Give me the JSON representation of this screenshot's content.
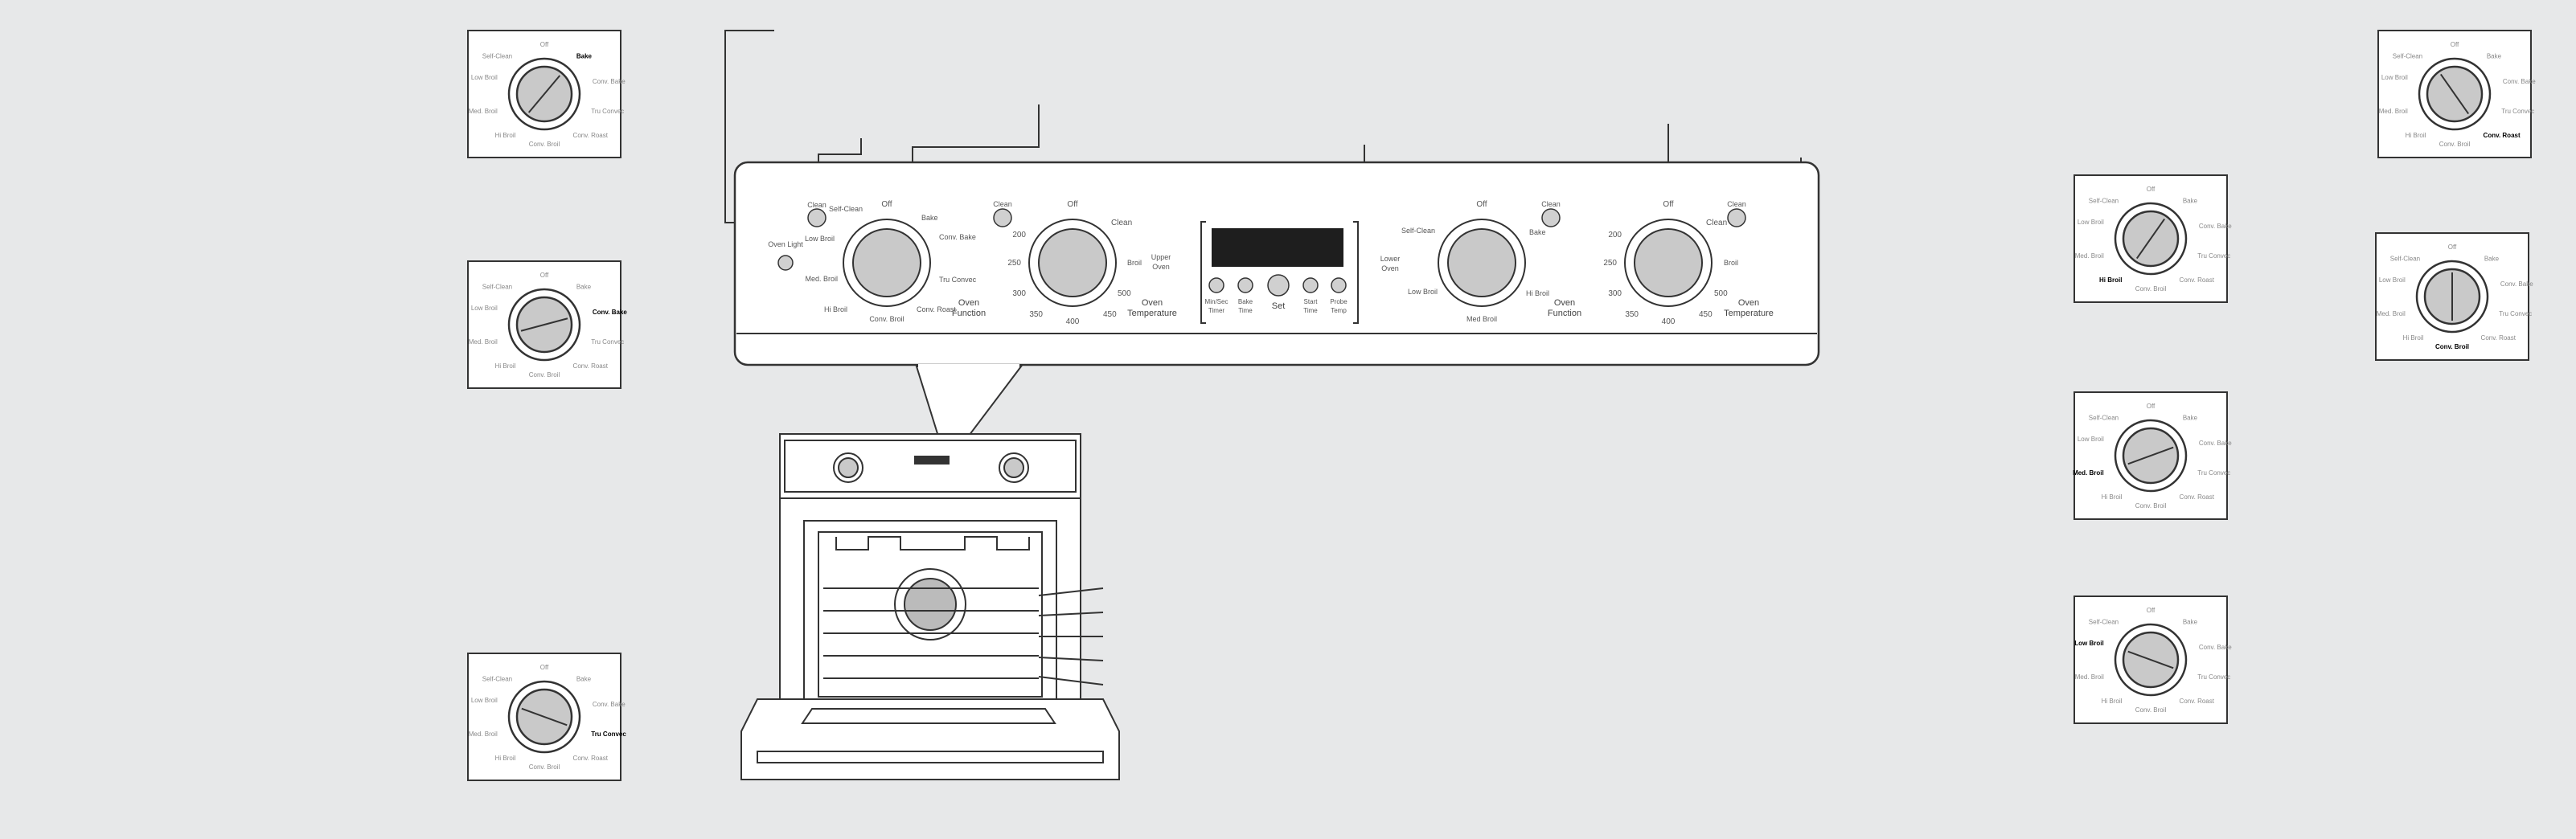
{
  "panel": {
    "oven_light": "Oven Light",
    "clean_upper": "Clean",
    "clean_mid": "Clean",
    "clean_lower": "Clean",
    "clean_right": "Clean",
    "upper_function_dial": {
      "labels": [
        "Self-Clean",
        "Off",
        "Bake",
        "Conv. Bake",
        "Tru Convec",
        "Conv. Roast",
        "Conv. Broil",
        "Hi Broil",
        "Med. Broil",
        "Low Broil"
      ],
      "caption": [
        "Oven",
        "Function"
      ]
    },
    "upper_temp_dial": {
      "labels": [
        "Off",
        "Clean",
        "Broil",
        "500",
        "450",
        "400",
        "350",
        "300",
        "250",
        "200"
      ],
      "caption": [
        "Oven",
        "Temperature"
      ]
    },
    "upper_oven_label": [
      "Upper",
      "Oven"
    ],
    "lower_oven_label": [
      "Lower",
      "Oven"
    ],
    "timer_buttons": [
      {
        "line1": "Min/Sec",
        "line2": "Timer"
      },
      {
        "line1": "Bake",
        "line2": "Time"
      },
      {
        "line1": "Set",
        "line2": ""
      },
      {
        "line1": "Start",
        "line2": "Time"
      },
      {
        "line1": "Probe",
        "line2": "Temp"
      }
    ],
    "lower_function_dial": {
      "labels": [
        "Self-Clean",
        "Off",
        "Bake",
        "Hi Broil",
        "Med Broil",
        "Low Broil"
      ],
      "caption": [
        "Oven",
        "Function"
      ]
    },
    "lower_temp_dial": {
      "labels": [
        "Off",
        "Clean",
        "Broil",
        "500",
        "450",
        "400",
        "350",
        "300",
        "250",
        "200"
      ],
      "caption": [
        "Oven",
        "Temperature"
      ]
    }
  },
  "thumbnail_labels": [
    "Self-Clean",
    "Off",
    "Bake",
    "Conv. Bake",
    "Tru Convec",
    "Conv. Roast",
    "Conv. Broil",
    "Hi Broil",
    "Med. Broil",
    "Low Broil"
  ],
  "thumbnails": [
    {
      "id": "left-1",
      "highlight": "Bake"
    },
    {
      "id": "left-2",
      "highlight": "Conv. Bake"
    },
    {
      "id": "left-3",
      "highlight": "Tru Convec"
    },
    {
      "id": "right-1",
      "highlight": "Conv. Roast"
    },
    {
      "id": "right-2",
      "highlight": "Conv. Broil"
    },
    {
      "id": "right-3",
      "highlight": "Hi Broil"
    },
    {
      "id": "right-4",
      "highlight": "Med. Broil"
    },
    {
      "id": "right-5",
      "highlight": "Low Broil"
    }
  ],
  "colors": {
    "background": "#e7e8e9",
    "line": "#333333",
    "panel": "#ffffff",
    "knob": "#c9c9c9"
  }
}
